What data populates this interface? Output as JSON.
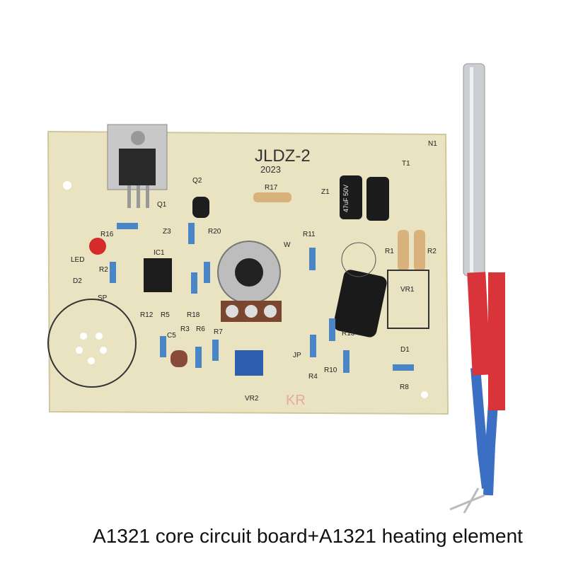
{
  "product": {
    "caption": "A1321 core circuit board+A1321 heating element",
    "board_model": "JLDZ-2",
    "board_year": "2023",
    "silkscreen_labels": [
      "Q1",
      "Q2",
      "R17",
      "Z1",
      "T1",
      "N1",
      "R16",
      "Z3",
      "R20",
      "IC1",
      "LED",
      "R2",
      "D2",
      "SP",
      "R11",
      "R1",
      "R2",
      "VR1",
      "W",
      "R12",
      "R5",
      "R18",
      "C5",
      "R3",
      "R6",
      "R7",
      "VR2",
      "JP",
      "R4",
      "R10",
      "R13",
      "D1",
      "R8",
      "KR"
    ],
    "capacitor_text": "47uF 50V",
    "colors": {
      "board": "#e9e3c2",
      "heater_sleeve": "#d8343a",
      "heater_wire": "#3b6fc4",
      "rod": "#c9ccd0"
    }
  }
}
